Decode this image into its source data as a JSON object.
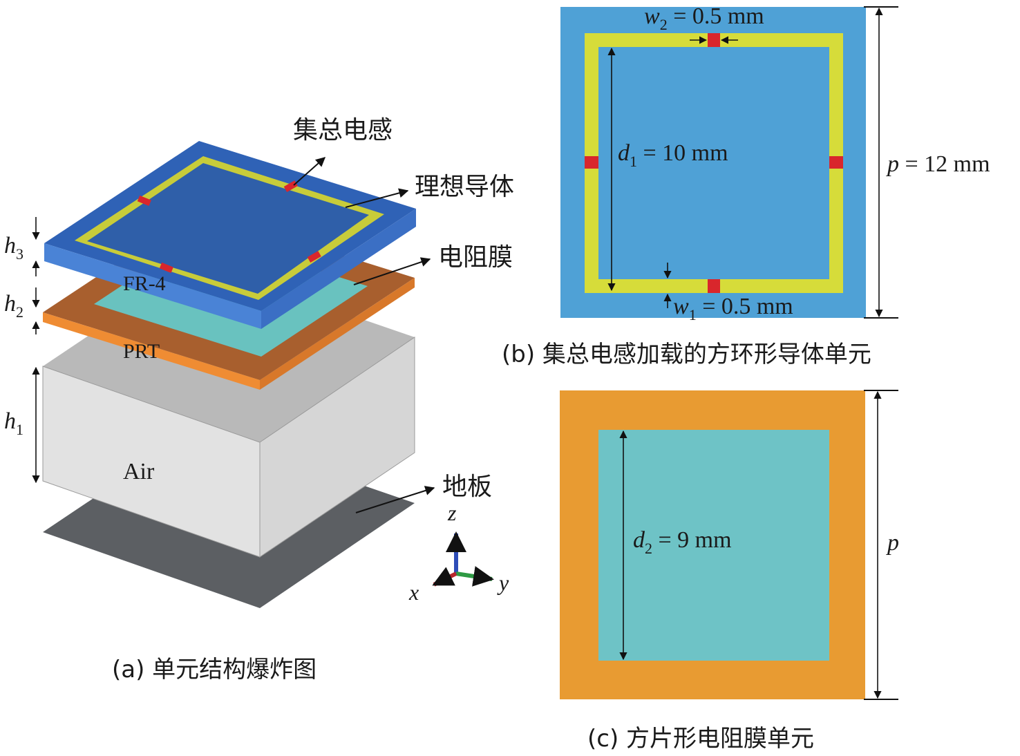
{
  "panel_a": {
    "caption": "(a) 单元结构爆炸图",
    "callouts": {
      "inductor": "集总电感",
      "conductor": "理想导体",
      "resistive_film": "电阻膜",
      "ground": "地板"
    },
    "layers": {
      "fr4": "FR-4",
      "prt": "PRT",
      "air": "Air"
    },
    "heights": {
      "h": "h",
      "h3_sub": "3",
      "h2_sub": "2",
      "h1_sub": "1"
    },
    "axes": {
      "z": "z",
      "x": "x",
      "y": "y"
    }
  },
  "panel_b": {
    "caption": "(b) 集总电感加载的方环形导体单元",
    "w2": {
      "sym": "w",
      "sub": "2",
      "value": " = 0.5 mm"
    },
    "d1": {
      "sym": "d",
      "sub": "1",
      "value": " = 10 mm"
    },
    "w1": {
      "sym": "w",
      "sub": "1",
      "value": " = 0.5 mm"
    },
    "p": {
      "sym": "p",
      "value": " = 12 mm"
    }
  },
  "panel_c": {
    "caption": "(c) 方片形电阻膜单元",
    "d2": {
      "sym": "d",
      "sub": "2",
      "value": " = 9 mm"
    },
    "p": {
      "sym": "p"
    }
  },
  "colors": {
    "fr4_blue": "#3f73c1",
    "ring_yellow": "#d6dc3a",
    "inductor_red": "#d9262c",
    "prt_orange": "#e88a3a",
    "film_cyan": "#6ec3c6",
    "air_gray": "#dcdcdc",
    "ground_gray": "#5c5f63",
    "cell_blue": "#4fa1d6",
    "cell_orange": "#e89b32"
  }
}
